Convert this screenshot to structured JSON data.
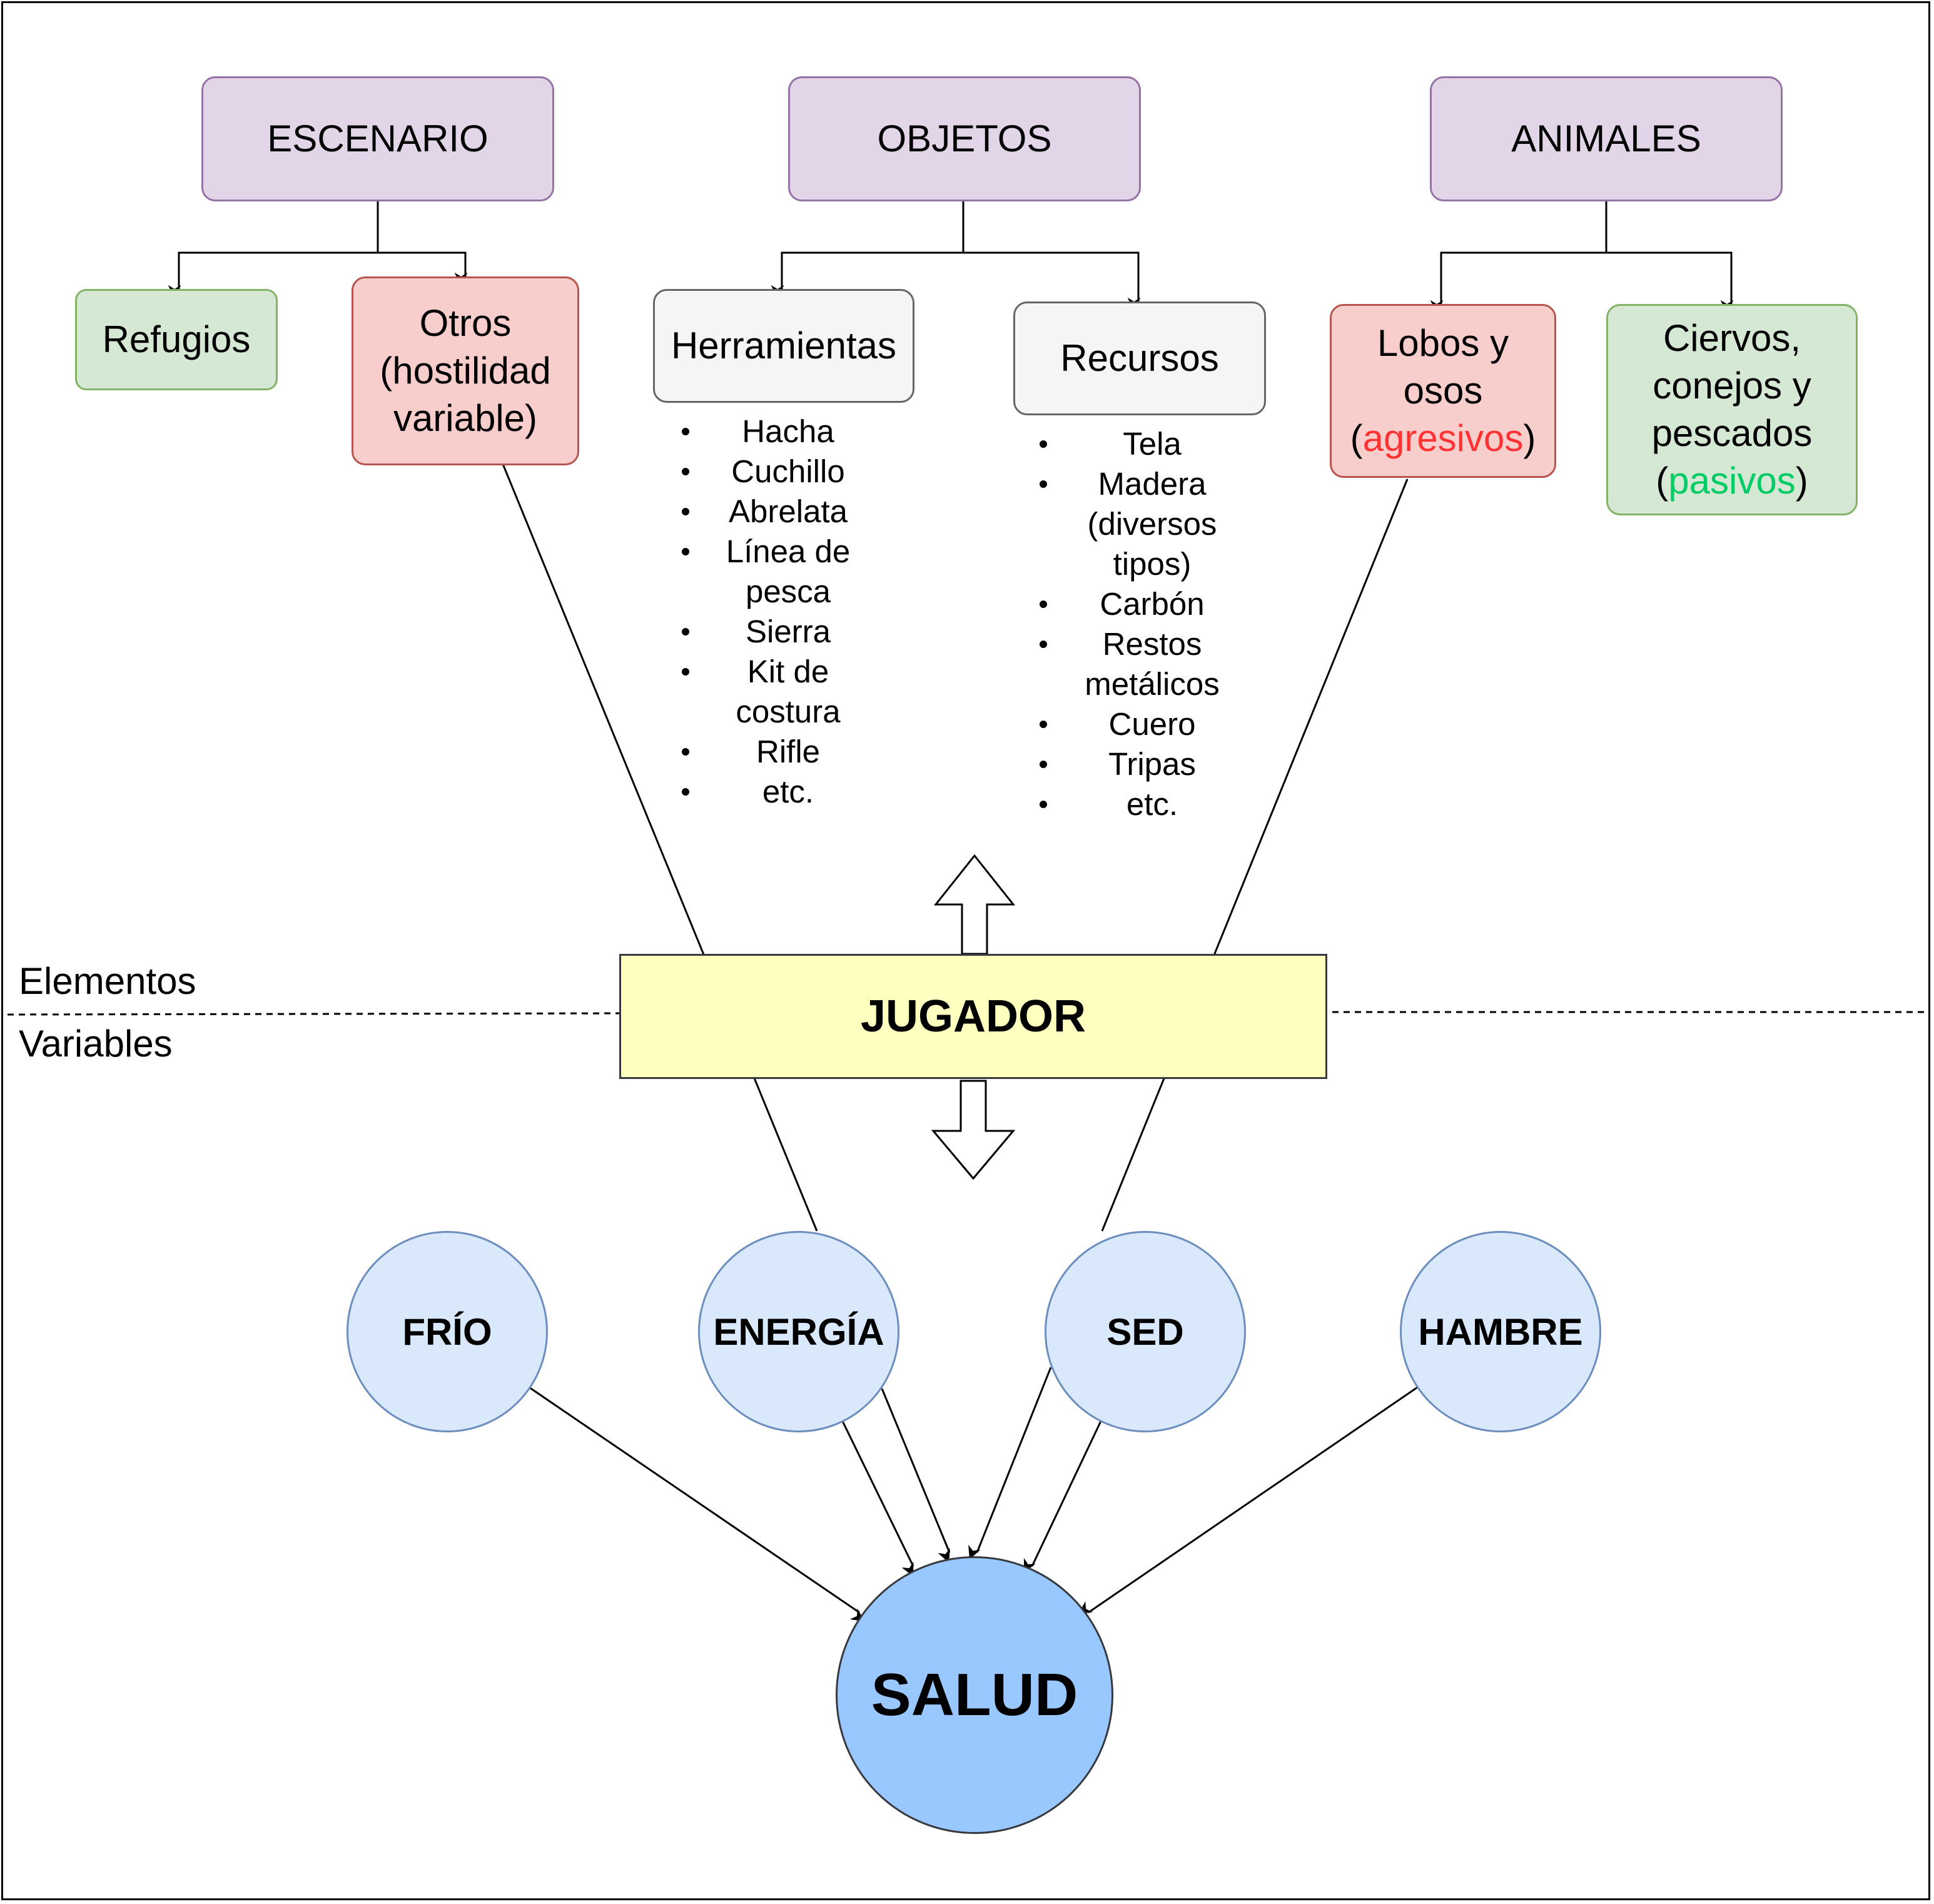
{
  "categories": {
    "escenario": "ESCENARIO",
    "objetos": "OBJETOS",
    "animales": "ANIMALES"
  },
  "escenario_children": {
    "refugios": "Refugios",
    "otros": "Otros (hostilidad variable)"
  },
  "objetos_children": {
    "herramientas": "Herramientas",
    "recursos": "Recursos"
  },
  "herramientas_items": [
    "Hacha",
    "Cuchillo",
    "Abrelata",
    "Línea de pesca",
    "Sierra",
    "Kit de costura",
    "Rifle",
    "etc."
  ],
  "recursos_items": [
    "Tela",
    "Madera (diversos tipos)",
    "Carbón",
    "Restos metálicos",
    "Cuero",
    "Tripas",
    "etc."
  ],
  "animales_children": {
    "lobos_prefix": "Lobos y osos (",
    "lobos_highlight": "agresivos",
    "lobos_suffix": ")",
    "ciervos_prefix": "Ciervos, conejos y pescados (",
    "ciervos_highlight": "pasivos",
    "ciervos_suffix": ")"
  },
  "zones": {
    "top": "Elementos",
    "bottom": "Variables"
  },
  "player": "JUGADOR",
  "variables": {
    "frio": "FRÍO",
    "energia": "ENERGÍA",
    "sed": "SED",
    "hambre": "HAMBRE"
  },
  "outcome": "SALUD",
  "colors": {
    "category_fill": "#e1d5e7",
    "positive_fill": "#d5e8d4",
    "hostile_fill": "#f8cecc",
    "neutral_fill": "#f5f5f5",
    "player_fill": "#ffffc0",
    "variable_fill": "#dae8fc",
    "outcome_fill": "#99c7ff",
    "aggressive_text": "#ff3333",
    "passive_text": "#00cc66"
  }
}
